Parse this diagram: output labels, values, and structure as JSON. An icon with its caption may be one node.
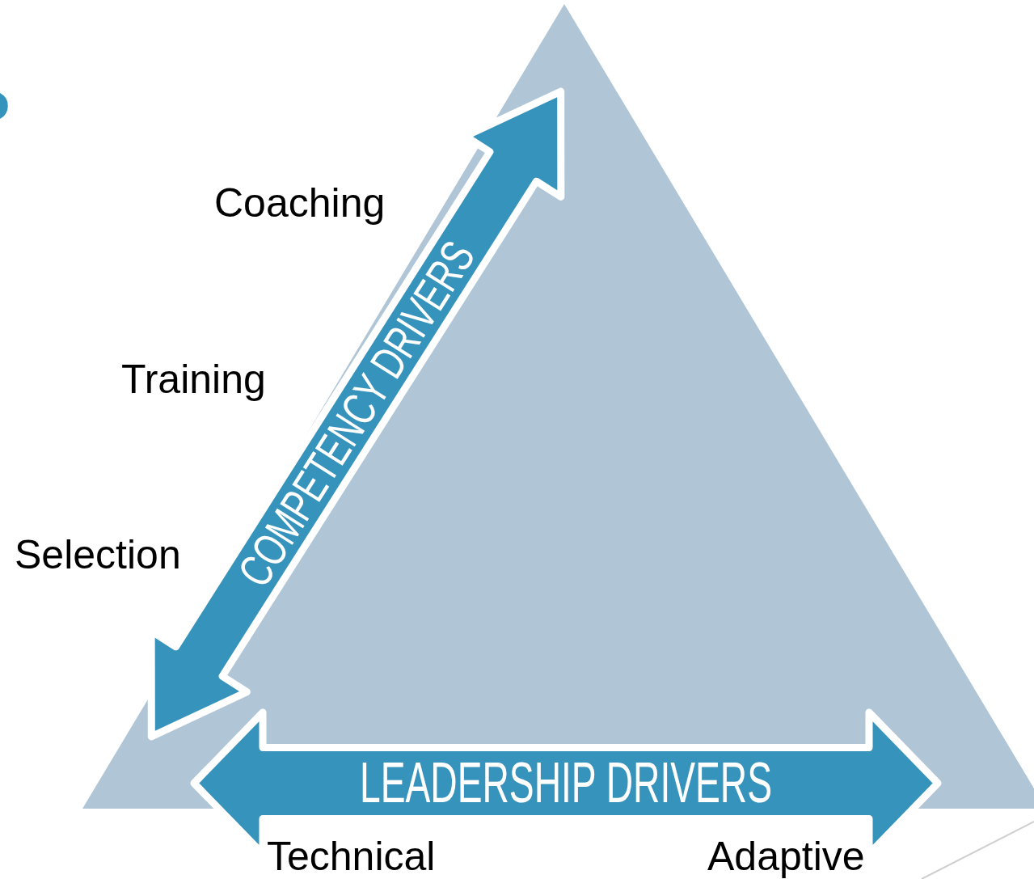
{
  "diagram": {
    "nodes": [
      {
        "text": [
          "COMPETENCY DRIVERS"
        ]
      },
      {
        "text": [
          "LEADERSHIP DRIVERS"
        ]
      }
    ],
    "edges": [],
    "labels": [
      "Coaching",
      "Training",
      "Selection",
      "Technical",
      "Adaptive"
    ]
  }
}
